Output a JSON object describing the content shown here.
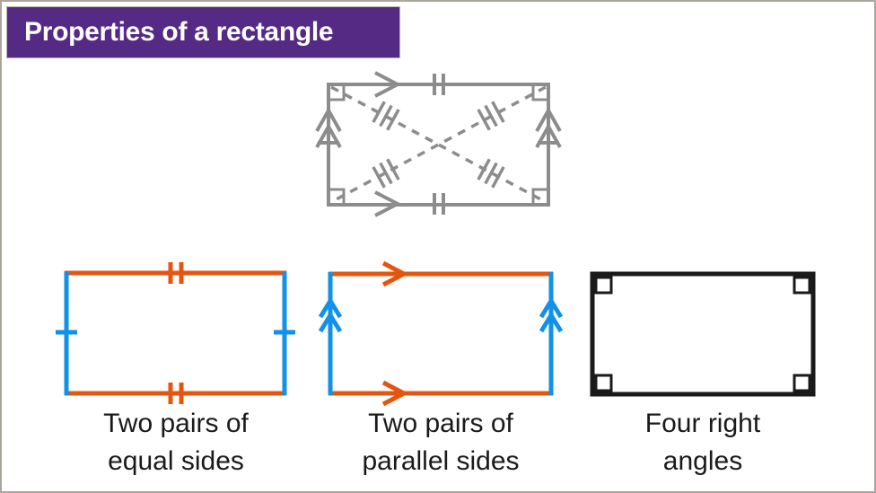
{
  "header": {
    "title": "Properties of a rectangle"
  },
  "colors": {
    "background": "#ffffff",
    "page-border": "#aba69e",
    "header-bg": "#552a85",
    "header-text": "#ffffff",
    "gray": "#8c8c8c",
    "orange": "#e4550f",
    "blue": "#1191e8",
    "magenta": "#de3ad4",
    "black": "#1a1a1a",
    "caption-text": "#1a1a1a"
  },
  "panels": [
    {
      "name": "equal-sides",
      "caption_line1": "Two pairs of",
      "caption_line2": "equal sides"
    },
    {
      "name": "parallel-sides",
      "caption_line1": "Two pairs of",
      "caption_line2": "parallel sides"
    },
    {
      "name": "right-angles",
      "caption_line1": "Four right",
      "caption_line2": "angles"
    }
  ]
}
